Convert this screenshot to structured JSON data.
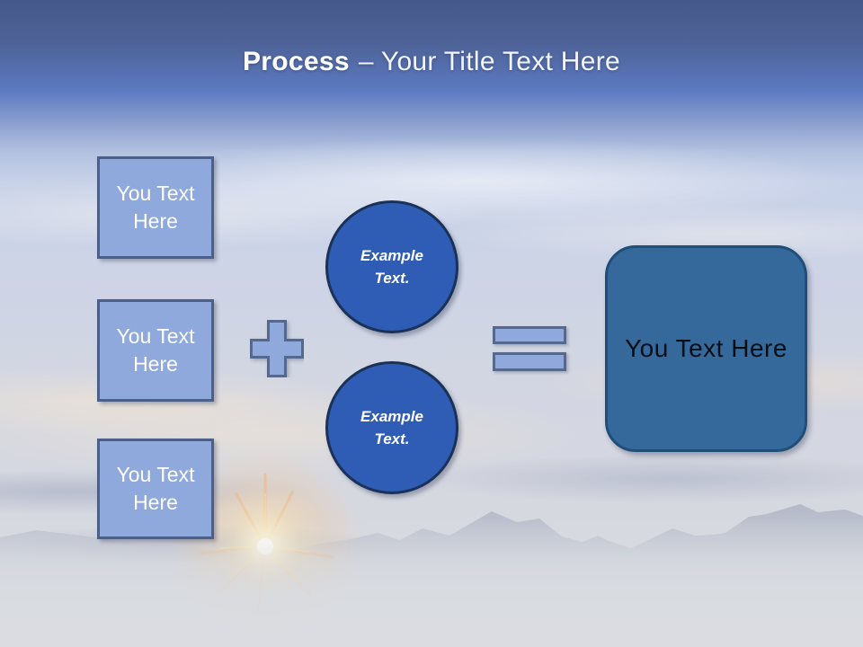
{
  "slide": {
    "title": {
      "keyword": "Process",
      "rest": "– Your Title Text Here"
    },
    "input_boxes": [
      {
        "label": "You Text Here"
      },
      {
        "label": "You Text Here"
      },
      {
        "label": "You Text Here"
      }
    ],
    "example_circles": [
      {
        "label": "Example Text."
      },
      {
        "label": "Example Text."
      }
    ],
    "result_box": {
      "label": "You Text Here"
    },
    "colors": {
      "header_gradient_top": "#46588B",
      "header_gradient_bottom": "#5C7AC2",
      "title_text": "#FFFFFF",
      "box_fill": "#8FA9DC",
      "box_border": "#4A5F8A",
      "operator_fill": "#8FA9DC",
      "operator_border": "#55698E",
      "circle_fill": "#2F5DB5",
      "circle_border": "#1A3158",
      "circle_text": "#FFFFFF",
      "result_fill": "#35699B",
      "result_border": "#1F4E79",
      "result_text": "#0B0E14",
      "bottom_haze": "#D9DCE1"
    }
  }
}
